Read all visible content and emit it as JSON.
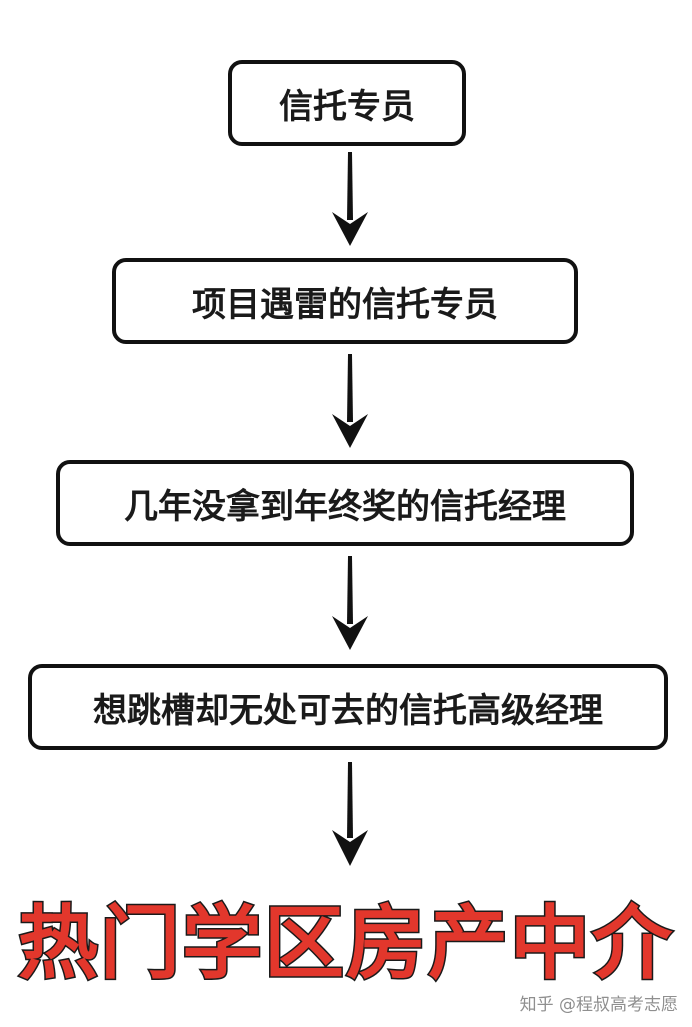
{
  "flow": {
    "steps": [
      "信托专员",
      "项目遇雷的信托专员",
      "几年没拿到年终奖的信托经理",
      "想跳槽却无处可去的信托高级经理"
    ],
    "final": "热门学区房产中介"
  },
  "colors": {
    "box_border": "#111111",
    "arrow": "#111111",
    "final_text": "#e2372c",
    "watermark": "#8f8f8f"
  },
  "watermark": "知乎 @程叔高考志愿"
}
